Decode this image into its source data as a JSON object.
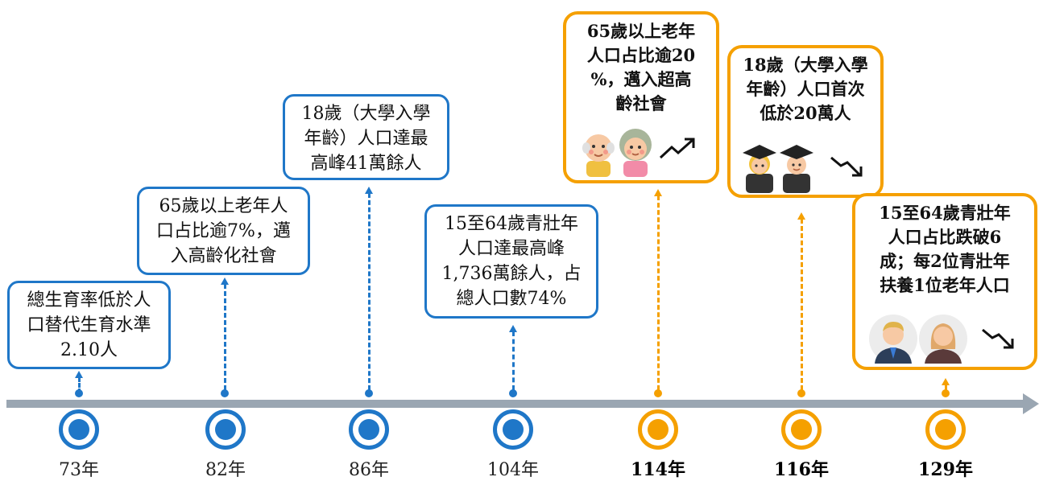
{
  "colors": {
    "past": "#1f77c8",
    "future": "#f5a000",
    "axis": "#9aa6b2"
  },
  "events": [
    {
      "year": "73年",
      "text": "總生育率低於人\n口替代生育水準\n2.10人"
    },
    {
      "year": "82年",
      "text": "65歲以上老年人\n口占比逾7%，邁\n入高齡化社會"
    },
    {
      "year": "86年",
      "text": "18歲（大學入學\n年齡）人口達最\n高峰41萬餘人"
    },
    {
      "year": "104年",
      "text": "15至64歲青壯年\n人口達最高峰\n1,736萬餘人，占\n總人口數74%"
    },
    {
      "year": "114年",
      "text": "65歲以上老年\n人口占比逾20\n%，邁入超高\n齡社會",
      "icons": [
        "elderly-man-icon",
        "elderly-woman-icon",
        "trend-up-arrow-icon"
      ]
    },
    {
      "year": "116年",
      "text": "18歲（大學入學\n年齡）人口首次\n低於20萬人",
      "icons": [
        "graduate-woman-icon",
        "graduate-man-icon",
        "trend-down-arrow-icon"
      ]
    },
    {
      "year": "129年",
      "text": "15至64歲青壯年\n人口占比跌破6\n成；每2位青壯年\n扶養1位老年人口",
      "icons": [
        "businessman-icon",
        "businesswoman-icon",
        "trend-down-arrow-icon"
      ]
    }
  ]
}
